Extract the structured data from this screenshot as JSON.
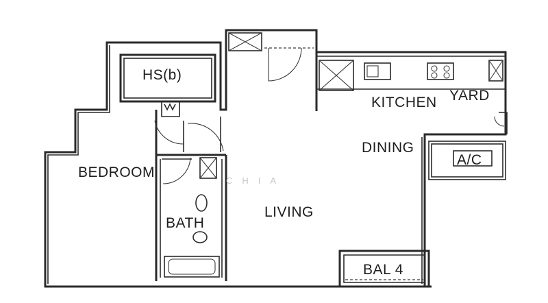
{
  "rooms": {
    "hs": "HS(b)",
    "bedroom": "BEDROOM",
    "bath": "BATH",
    "living": "LIVING",
    "dining": "DINING",
    "kitchen": "KITCHEN",
    "yard": "YARD",
    "ac": "A/C",
    "balcony": "BAL 4"
  },
  "watermark": "CHIA",
  "colors": {
    "line": "#2a2a2a",
    "background": "#ffffff"
  }
}
